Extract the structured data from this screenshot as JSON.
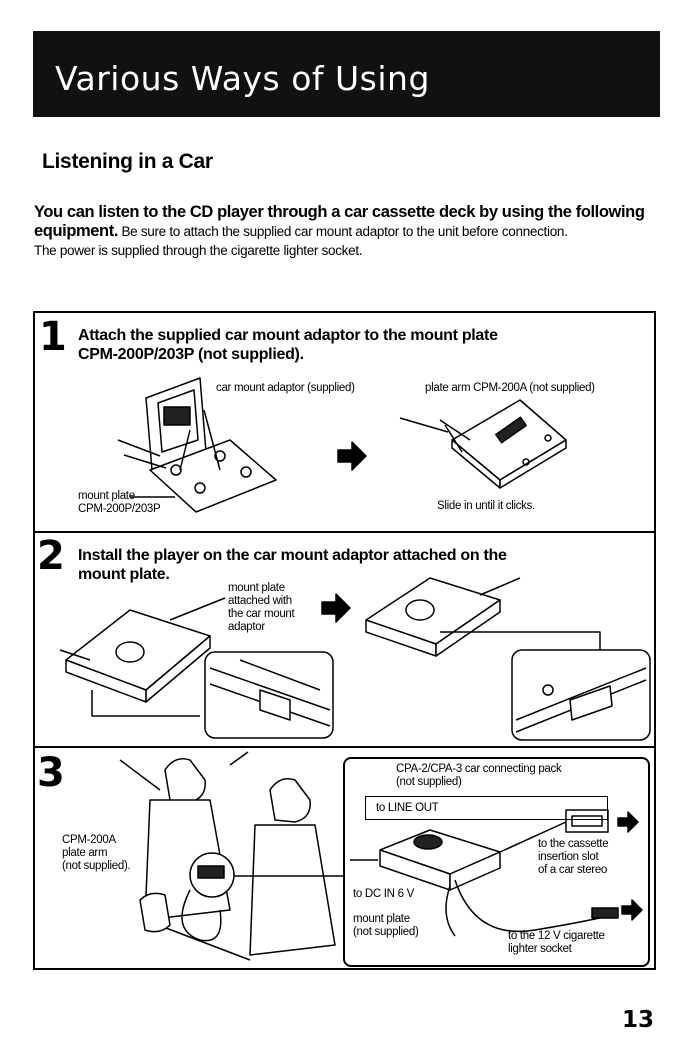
{
  "header": {
    "title": "Various Ways of Using"
  },
  "section": {
    "title": "Listening in a Car"
  },
  "intro": {
    "bold_lead": "You can listen to the CD player through a car cassette deck by using the following equipment.",
    "sentence1": " Be sure to attach the supplied car mount adaptor to the unit before connection.",
    "sentence2": "The power is supplied through the cigarette lighter socket."
  },
  "step1": {
    "number": "1",
    "text_line1": "Attach the supplied car mount adaptor to the mount plate",
    "text_line2": "CPM-200P/203P (not supplied).",
    "label_adaptor": "car mount adaptor (supplied)",
    "label_plate_arm": "plate arm CPM-200A (not supplied)",
    "label_mount_plate_1": "mount plate",
    "label_mount_plate_2": "CPM-200P/203P",
    "label_slide": "Slide in until it clicks."
  },
  "step2": {
    "number": "2",
    "text_line1": "Install the player on the car mount adaptor attached on the",
    "text_line2": "mount plate.",
    "label_line1": "mount plate",
    "label_line2": "attached with",
    "label_line3": "the car mount",
    "label_line4": "adaptor"
  },
  "step3": {
    "number": "3",
    "label_arm_1": "CPM-200A",
    "label_arm_2": "plate arm",
    "label_arm_3": "(not supplied).",
    "pack_line1": "CPA-2/CPA-3 car connecting pack",
    "pack_line2": "(not supplied)",
    "line_out": "to LINE OUT",
    "cassette_1": "to the cassette",
    "cassette_2": "insertion slot",
    "cassette_3": "of a car stereo",
    "dc_in": "to DC IN 6 V",
    "mount_plate_1": "mount plate",
    "mount_plate_2": "(not supplied)",
    "cigarette_1": "to the 12 V cigarette",
    "cigarette_2": "lighter socket"
  },
  "footer": {
    "page_number": "13"
  }
}
